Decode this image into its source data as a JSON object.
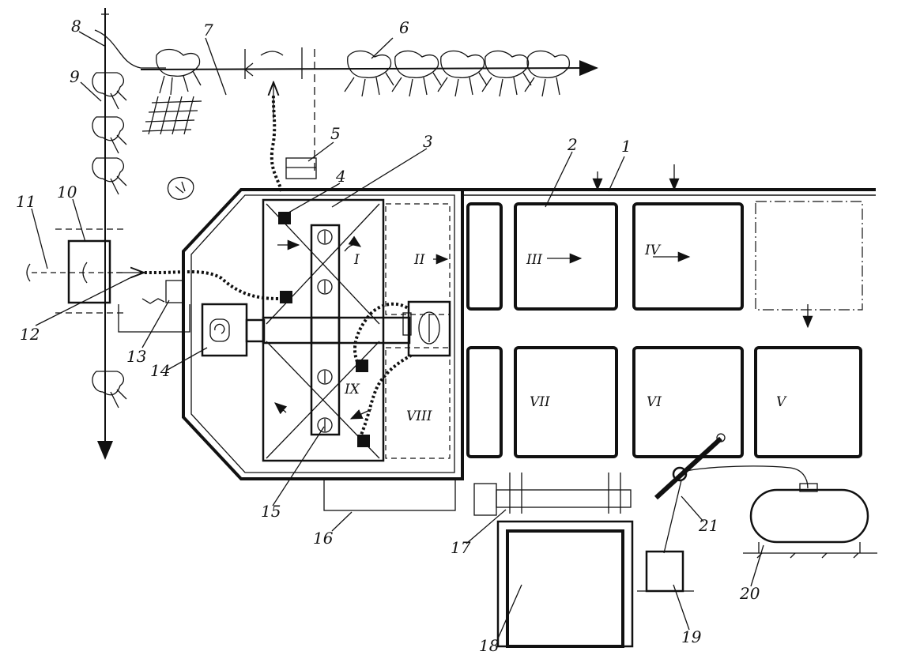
{
  "labels": {
    "n1": "1",
    "n2": "2",
    "n3": "3",
    "n4": "4",
    "n5": "5",
    "n6": "6",
    "n7": "7",
    "n8": "8",
    "n9": "9",
    "n10": "10",
    "n11": "11",
    "n12": "12",
    "n13": "13",
    "n14": "14",
    "n15": "15",
    "n16": "16",
    "n17": "17",
    "n18": "18",
    "n19": "19",
    "n20": "20",
    "n21": "21"
  },
  "sections": {
    "r1": "I",
    "r2": "II",
    "r3": "III",
    "r4": "IV",
    "r5": "V",
    "r6": "VI",
    "r7": "VII",
    "r8": "VIII",
    "r9": "IX"
  },
  "colors": {
    "ink": "#111111",
    "paper": "#ffffff"
  }
}
